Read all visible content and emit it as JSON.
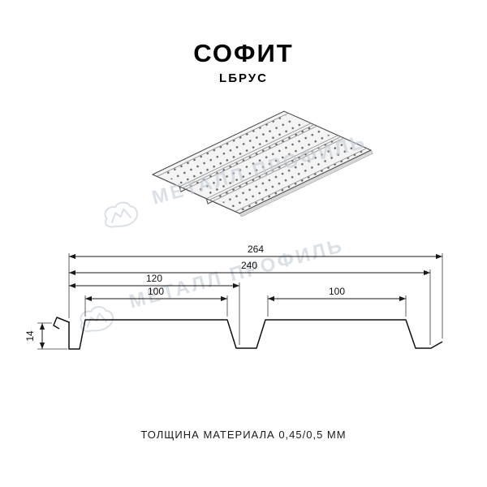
{
  "header": {
    "title": "СОФИТ",
    "subtitle": "LБРУС"
  },
  "watermark": {
    "brand": "МЕТАЛЛ ПРОФИЛЬ"
  },
  "drawing": {
    "dims": {
      "overall_width": "264",
      "working_width": "240",
      "to_groove": "120",
      "pan_left": "100",
      "pan_right": "100",
      "edge_height": "14"
    },
    "colors": {
      "line": "#1a1a1a",
      "watermark": "#c3cdd6"
    }
  },
  "footer": {
    "note": "ТОЛЩИНА МАТЕРИАЛА 0,45/0,5 ММ"
  }
}
